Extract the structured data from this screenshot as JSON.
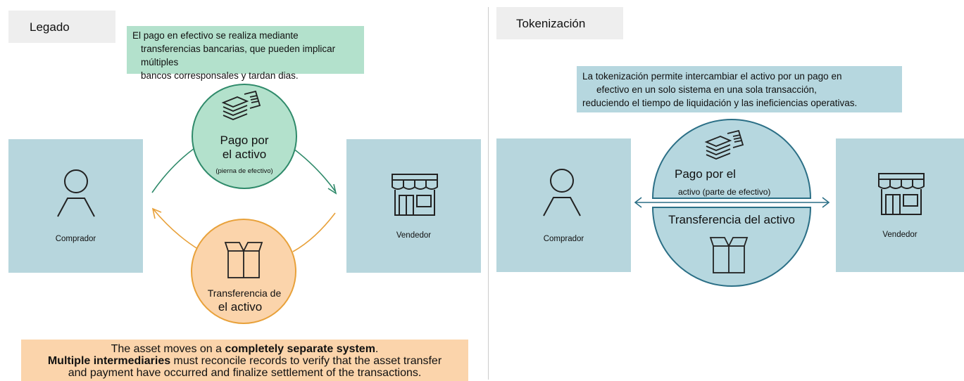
{
  "legacy": {
    "tag": "Legado",
    "note_lines": [
      "El pago en efectivo se realiza mediante",
      "transferencias bancarias, que pueden implicar múltiples",
      "bancos corresponsales y tardan dias."
    ],
    "buyer_label": "Comprador",
    "seller_label": "Vendedor",
    "payment_line1": "Pago por",
    "payment_line2": "el activo",
    "payment_sub": "(pierna de efectivo)",
    "transfer_line1": "Transferencia de",
    "transfer_line2": "el activo",
    "bottom_note": {
      "l1_pre": "The asset moves on a ",
      "l1_bold": "completely separate system",
      "l1_post": ".",
      "l2_bold": "Multiple intermediaries",
      "l2_post": " must reconcile records to verify that the asset transfer",
      "l3": "and payment have occurred and finalize settlement of the transactions."
    },
    "colors": {
      "green": "#b3e1cc",
      "green_line": "#2f8a6a",
      "orange": "#fbd4ab",
      "orange_line": "#e8a13a"
    }
  },
  "tokenized": {
    "tag": "Tokenización",
    "note_lines": [
      "La tokenización permite intercambiar el activo por un pago en",
      "efectivo en un solo sistema en una sola transacción,",
      "reduciendo el tiempo de liquidación y las ineficiencias operativas."
    ],
    "buyer_label": "Comprador",
    "seller_label": "Vendedor",
    "payment_line1": "Pago por el",
    "payment_line2": "activo (parte de efectivo)",
    "transfer_label": "Transferencia del activo",
    "colors": {
      "blue": "#b6d7df",
      "blue_line": "#2b6f86"
    }
  },
  "icons": [
    "person-icon",
    "storefront-icon",
    "cash-stack-icon",
    "box-icon"
  ]
}
